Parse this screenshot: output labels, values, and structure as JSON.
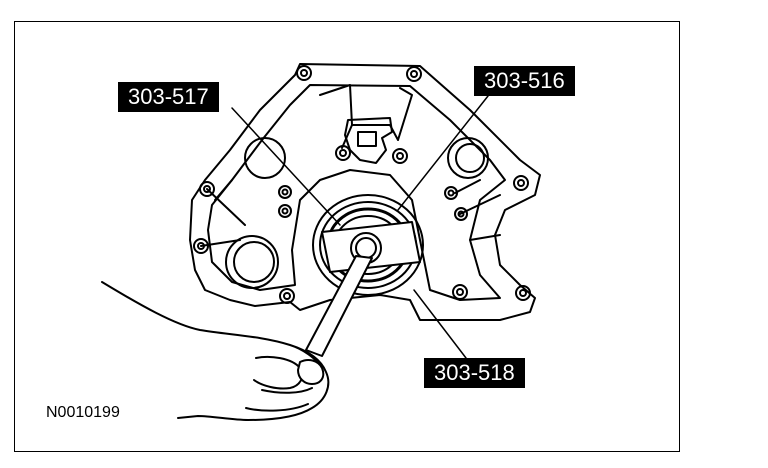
{
  "callouts": {
    "tool_517": "303-517",
    "tool_516": "303-516",
    "tool_518": "303-518"
  },
  "figure_id": "N0010199",
  "colors": {
    "ink": "#000000",
    "paper": "#ffffff"
  }
}
